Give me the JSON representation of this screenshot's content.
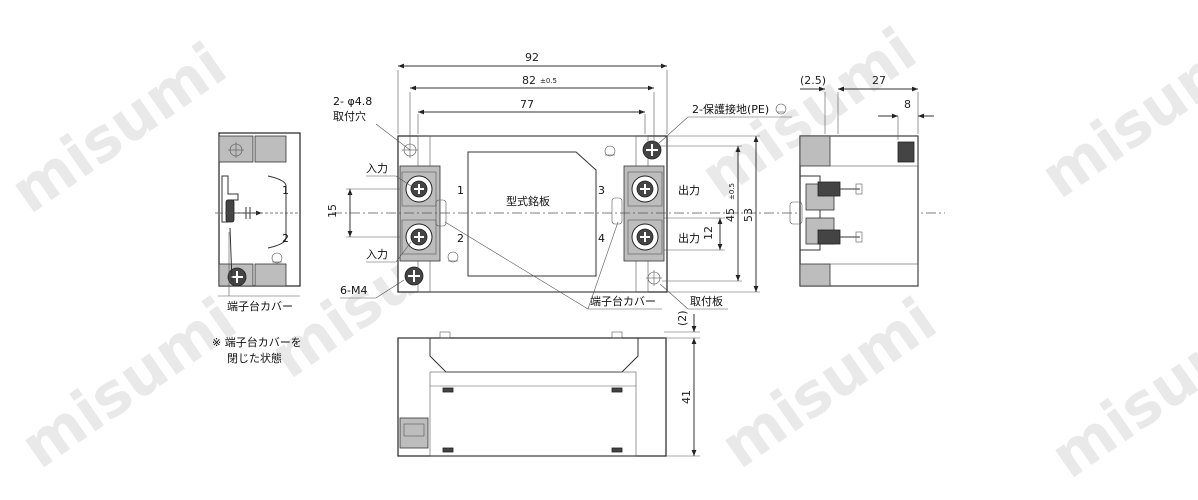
{
  "watermark": "misumi",
  "dimensions": {
    "width_92": "92",
    "width_82": "82",
    "tol_82": "±0.5",
    "width_77": "77",
    "side_2_5": "(2.5)",
    "side_27": "27",
    "side_8": "8",
    "pitch_15": "15",
    "pitch_12": "12",
    "height_45": "45",
    "tol_45": "±0.5",
    "height_53": "53",
    "height_41": "41",
    "gap_2": "(2)"
  },
  "labels": {
    "hole": "2- φ4.8",
    "hole_sub": "取付穴",
    "pe": "2-保護接地(PE)",
    "input_1": "入力",
    "input_2": "入力",
    "output_1": "出力",
    "output_2": "出力",
    "m4": "6-M4",
    "nameplate": "型式銘板",
    "cover_center": "端子台カバー",
    "plate": "取付板",
    "cover_left": "端子台カバー",
    "note_1": "※ 端子台カバーを",
    "note_2": "閉じた状態",
    "t1": "1",
    "t2": "2",
    "t3": "3",
    "t4": "4",
    "left_1": "1",
    "left_2": "2"
  }
}
